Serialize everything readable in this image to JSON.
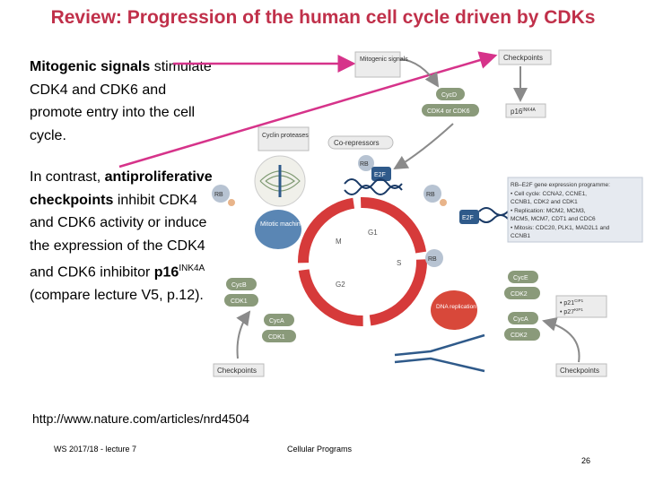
{
  "title": "Review: Progression of the human cell cycle driven by CDKs",
  "intro": {
    "bold": "Mitogenic signals",
    "rest": "stimulate CDK4 and CDK6 and promote entry into the cell cycle."
  },
  "contrast": {
    "p1": "In contrast,",
    "bold1": "antiproliferative checkpoints",
    "p2": "inhibit CDK4 and CDK6 activity or induce the expression of the CDK4 and CDK6 inhibitor",
    "bold2": "p16",
    "sup": "INK4A",
    "p3": "(compare lecture V5, p.12)."
  },
  "source_url": "http://www.nature.com/articles/nrd4504",
  "footer": {
    "left": "WS 2017/18 - lecture 7",
    "center": "Cellular Programs",
    "page": "26"
  },
  "diagram": {
    "mitogenic": "Mitogenic signals",
    "checkpoints_top": "Checkpoints",
    "cycd": "CycD",
    "cdk46": "CDK4 or CDK6",
    "p16": "p16",
    "p16_sup": "INK4A",
    "cyclin_proteases": "Cyclin proteases",
    "corepressors": "Co-repressors",
    "rb": "RB",
    "e2f": "E2F",
    "mitotic": "Mitotic machinery",
    "phases": {
      "m": "M",
      "g1": "G1",
      "s": "S",
      "g2": "G2"
    },
    "cycb": "CycB",
    "cdk1": "CDK1",
    "cyca": "CycA",
    "cdk2": "CDK2",
    "cyce": "CycE",
    "dna_rep": "DNA replication machinery",
    "p21": "p21",
    "p27": "p27",
    "cip1": "CIP1",
    "kip1": "KIP1",
    "checkpoints_bl": "Checkpoints",
    "checkpoints_br": "Checkpoints",
    "rb_e2f": {
      "title": "RB–E2F gene expression programme:",
      "lines": [
        "• Cell cycle: CCNA2, CCNE1,",
        "  CCNB1, CDK2 and CDK1",
        "• Replication: MCM2, MCM3,",
        "  MCM5, MCM7, CDT1 and CDC6",
        "• Mitosis: CDC20, PLK1, MAD2L1 and",
        "  CCNB1"
      ]
    }
  }
}
